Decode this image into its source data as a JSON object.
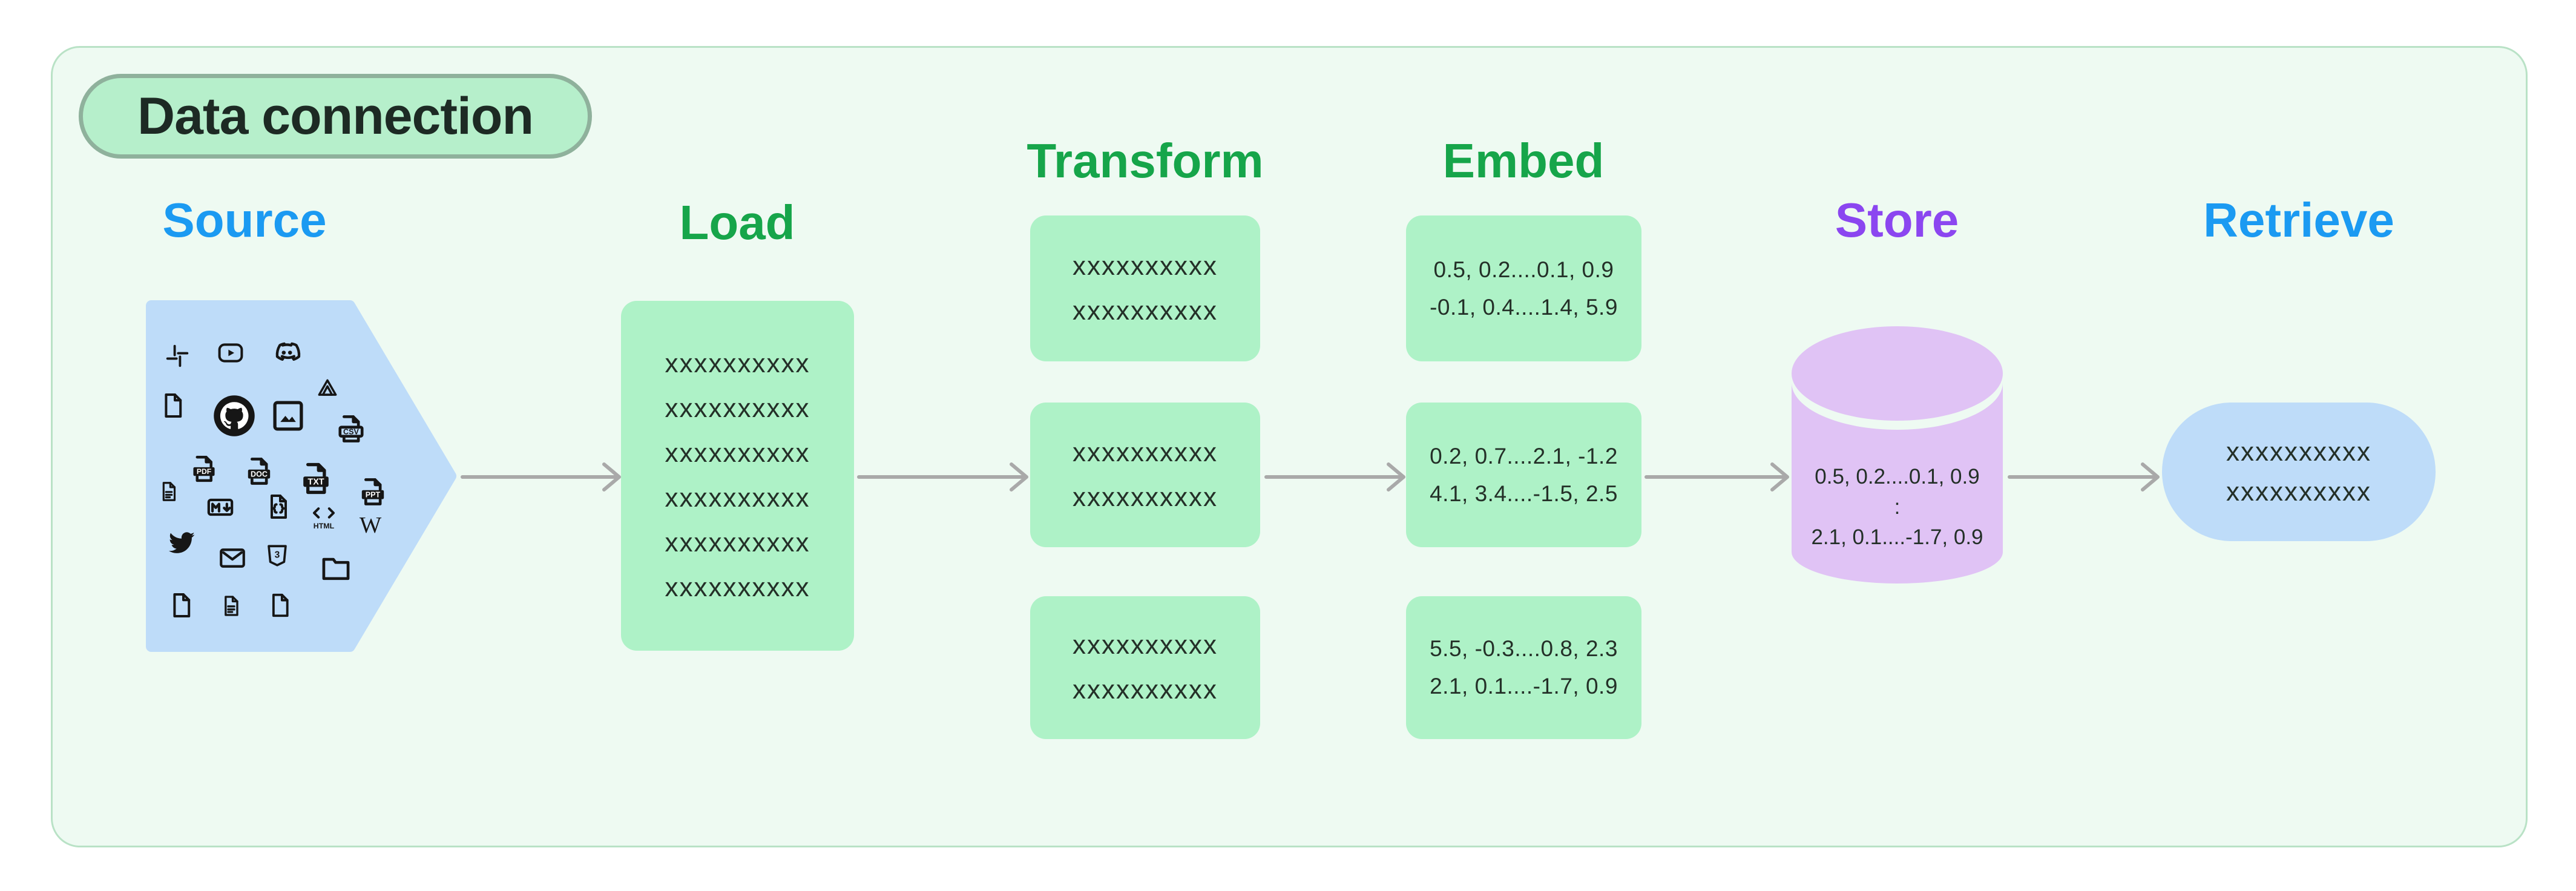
{
  "badge": {
    "label": "Data connection"
  },
  "stages": {
    "source": {
      "label": "Source",
      "color": "#1b9af2"
    },
    "load": {
      "label": "Load",
      "color": "#16a54a",
      "rows": [
        "xxxxxxxxxx",
        "xxxxxxxxxx",
        "xxxxxxxxxx",
        "xxxxxxxxxx",
        "xxxxxxxxxx",
        "xxxxxxxxxx"
      ]
    },
    "transform": {
      "label": "Transform",
      "color": "#16a54a",
      "boxes": [
        [
          "xxxxxxxxxx",
          "xxxxxxxxxx"
        ],
        [
          "xxxxxxxxxx",
          "xxxxxxxxxx"
        ],
        [
          "xxxxxxxxxx",
          "xxxxxxxxxx"
        ]
      ]
    },
    "embed": {
      "label": "Embed",
      "color": "#16a54a",
      "boxes": [
        [
          "0.5, 0.2....0.1, 0.9",
          "-0.1, 0.4....1.4, 5.9"
        ],
        [
          "0.2, 0.7....2.1, -1.2",
          "4.1, 3.4....-1.5, 2.5"
        ],
        [
          "5.5, -0.3....0.8, 2.3",
          "2.1, 0.1....-1.7, 0.9"
        ]
      ]
    },
    "store": {
      "label": "Store",
      "color": "#8b46f0",
      "lines": [
        "0.5, 0.2....0.1, 0.9",
        ":",
        "2.1, 0.1....-1.7, 0.9"
      ]
    },
    "retrieve": {
      "label": "Retrieve",
      "color": "#1b9af2",
      "rows": [
        "xxxxxxxxxx",
        "xxxxxxxxxx"
      ]
    }
  },
  "icon_labels": {
    "csv": "CSV",
    "pdf": "PDF",
    "doc": "DOC",
    "txt": "TXT",
    "ppt": "PPT",
    "html": "HTML",
    "wikipedia": "W",
    "css": "3"
  },
  "source_icons": [
    "slack",
    "youtube",
    "discord",
    "file",
    "github",
    "image",
    "google-drive",
    "csv",
    "file-text",
    "pdf",
    "doc",
    "txt",
    "ppt",
    "markdown",
    "json-file",
    "html",
    "wikipedia",
    "twitter",
    "email",
    "css",
    "folder",
    "file",
    "file-text",
    "file"
  ],
  "colors": {
    "accent_blue": "#1b9af2",
    "accent_green": "#16a54a",
    "accent_purple": "#8b46f0",
    "box_green": "#aef2c7",
    "shape_blue": "#bedcf9",
    "cylinder_purple": "#e0c3f5",
    "arrow_gray": "#a9a9a9",
    "container_bg": "#eefaf2",
    "badge_bg": "#b6efcb",
    "badge_border": "#8fb19c",
    "text_dark": "#243028"
  }
}
